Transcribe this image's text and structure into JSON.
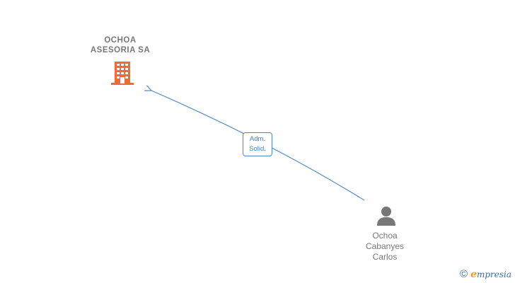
{
  "company": {
    "name_line1": "OCHOA",
    "name_line2": "ASESORIA SA",
    "icon": "building-icon",
    "icon_color": "#f26a38"
  },
  "person": {
    "name_line1": "Ochoa",
    "name_line2": "Cabanyes",
    "name_line3": "Carlos",
    "icon": "person-icon",
    "icon_color": "#777777"
  },
  "relation": {
    "label_line1": "Adm.",
    "label_line2": "Solid.",
    "line_color": "#4a86c8"
  },
  "brand": {
    "copyright": "©",
    "logo_initial": "e",
    "logo_rest": "mpresia"
  }
}
